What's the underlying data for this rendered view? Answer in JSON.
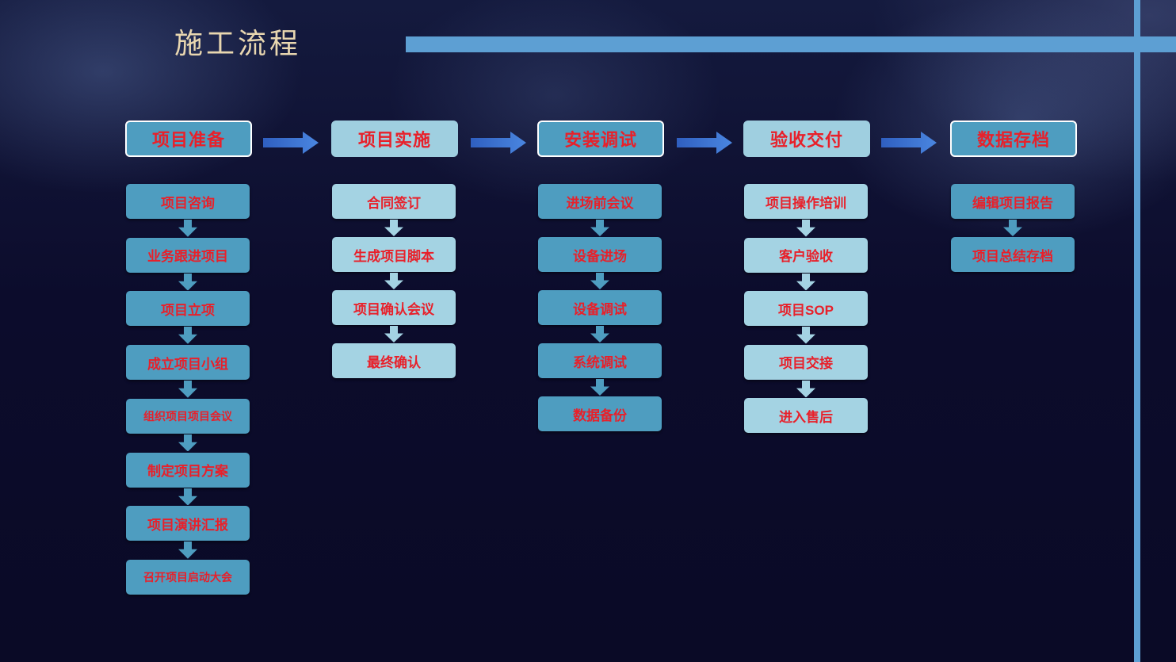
{
  "title": "施工流程",
  "colors": {
    "background": "#0c0c2c",
    "accent_bar": "#5d9fd3",
    "box_dark": "#4e9dc0",
    "box_light": "#a4d3e3",
    "text_red": "#e8202a",
    "title_gold": "#e9d7b0"
  },
  "stages": [
    {
      "title": "项目准备",
      "steps": [
        "项目咨询",
        "业务跟进项目",
        "项目立项",
        "成立项目小组",
        "组织项目项目会议",
        "制定项目方案",
        "项目演讲汇报",
        "召开项目启动大会"
      ]
    },
    {
      "title": "项目实施",
      "steps": [
        "合同签订",
        "生成项目脚本",
        "项目确认会议",
        "最终确认"
      ]
    },
    {
      "title": "安装调试",
      "steps": [
        "进场前会议",
        "设备进场",
        "设备调试",
        "系统调试",
        "数据备份"
      ]
    },
    {
      "title": "验收交付",
      "steps": [
        "项目操作培训",
        "客户验收",
        "项目SOP",
        "项目交接",
        "进入售后"
      ]
    },
    {
      "title": "数据存档",
      "steps": [
        "编辑项目报告",
        "项目总结存档"
      ]
    }
  ]
}
